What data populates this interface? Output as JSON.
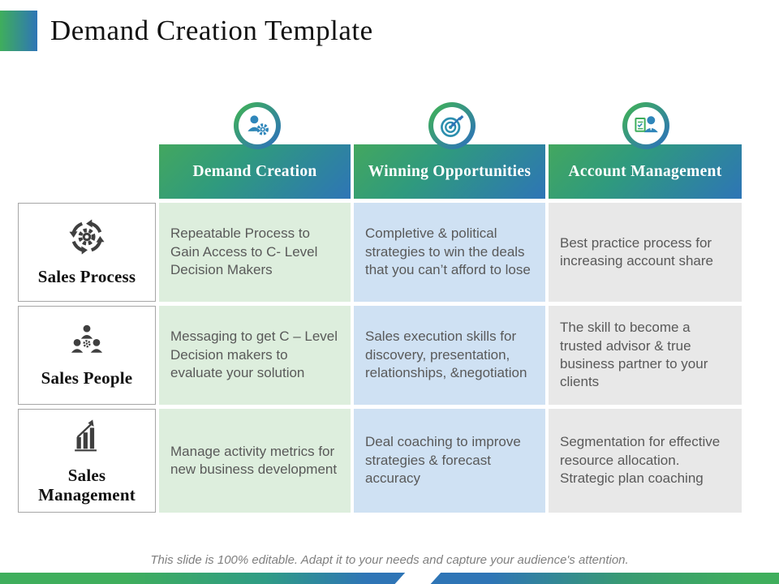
{
  "slide": {
    "title": "Demand Creation Template",
    "footer": "This slide is 100% editable. Adapt it to your needs and capture your audience's attention."
  },
  "table": {
    "columns": [
      {
        "label": "Demand Creation",
        "icon": "person-gear-icon"
      },
      {
        "label": "Winning Opportunities",
        "icon": "target-arrow-icon"
      },
      {
        "label": "Account Management",
        "icon": "person-document-icon"
      }
    ],
    "rows": [
      {
        "label": "Sales Process",
        "icon": "process-cycle-gear-icon",
        "cells": [
          "Repeatable Process to Gain Access to C- Level Decision Makers",
          "Completive & political strategies to win the deals that you can’t afford to lose",
          "Best practice process for increasing account share"
        ]
      },
      {
        "label": "Sales People",
        "icon": "team-gear-icon",
        "cells": [
          "Messaging to get C – Level Decision makers to evaluate your solution",
          "Sales execution skills for discovery, presentation, relationships, &negotiation",
          "The skill to become a trusted advisor & true business partner to your clients"
        ]
      },
      {
        "label": "Sales Management",
        "icon": "growth-chart-icon",
        "cells": [
          "Manage activity metrics for new business development",
          "Deal coaching to improve strategies & forecast accuracy",
          "Segmentation for effective resource allocation. Strategic plan coaching"
        ]
      }
    ]
  },
  "colors": {
    "green": "#3fae5c",
    "blue": "#2e75b6",
    "cell_green": "#ddeedd",
    "cell_blue": "#cfe1f3",
    "cell_gray": "#e8e8e8",
    "body_text": "#595959",
    "icon_dark": "#3f3f3f",
    "footer_text": "#7f7f7f"
  }
}
